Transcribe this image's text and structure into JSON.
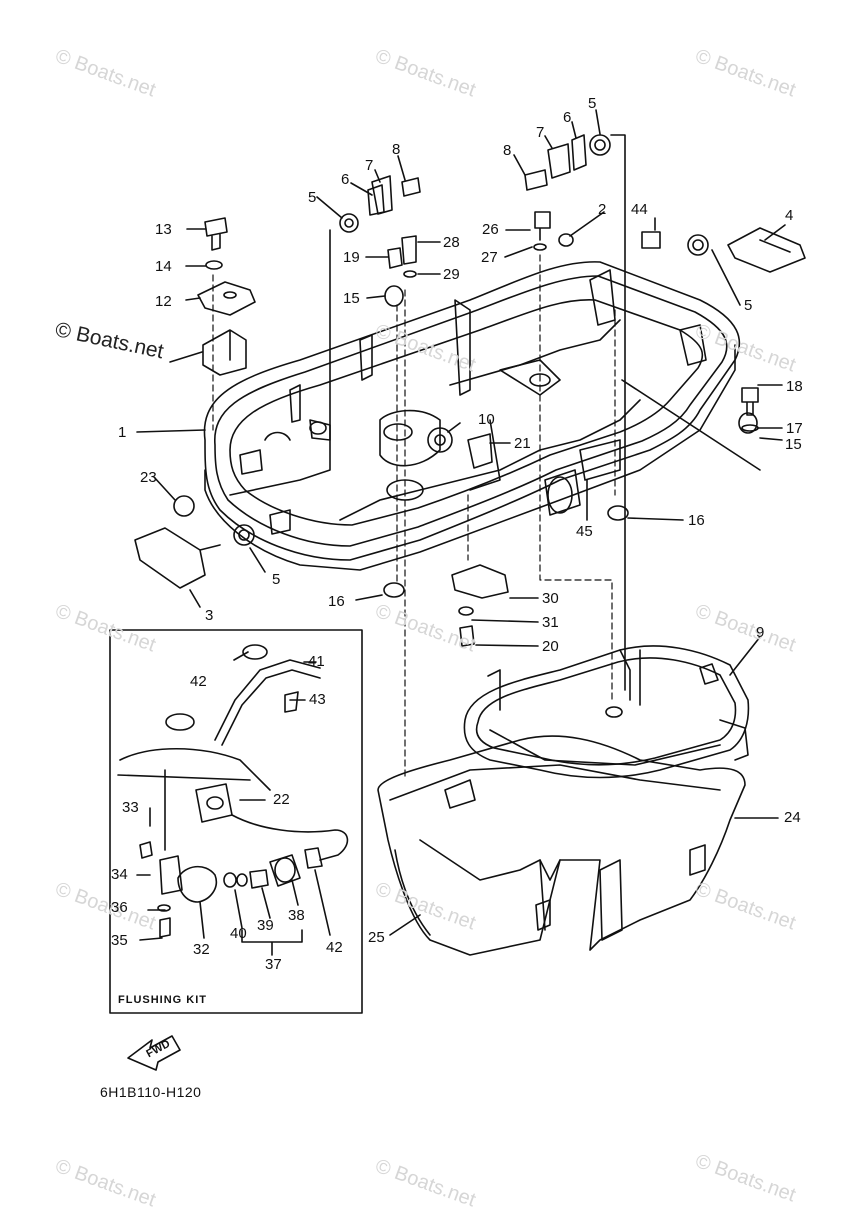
{
  "watermark": "© Boats.net",
  "kit_title": "FLUSHING KIT",
  "direction_label": "FWD",
  "diagram_code": "6H1B110-H120",
  "callouts": [
    "1",
    "2",
    "3",
    "4",
    "5",
    "5",
    "5",
    "5",
    "6",
    "6",
    "7",
    "7",
    "8",
    "8",
    "9",
    "10",
    "12",
    "13",
    "14",
    "15",
    "15",
    "16",
    "16",
    "17",
    "18",
    "19",
    "20",
    "21",
    "22",
    "23",
    "24",
    "25",
    "26",
    "27",
    "28",
    "29",
    "30",
    "31",
    "32",
    "33",
    "34",
    "35",
    "36",
    "37",
    "38",
    "39",
    "40",
    "41",
    "42",
    "42",
    "43",
    "44",
    "45"
  ]
}
